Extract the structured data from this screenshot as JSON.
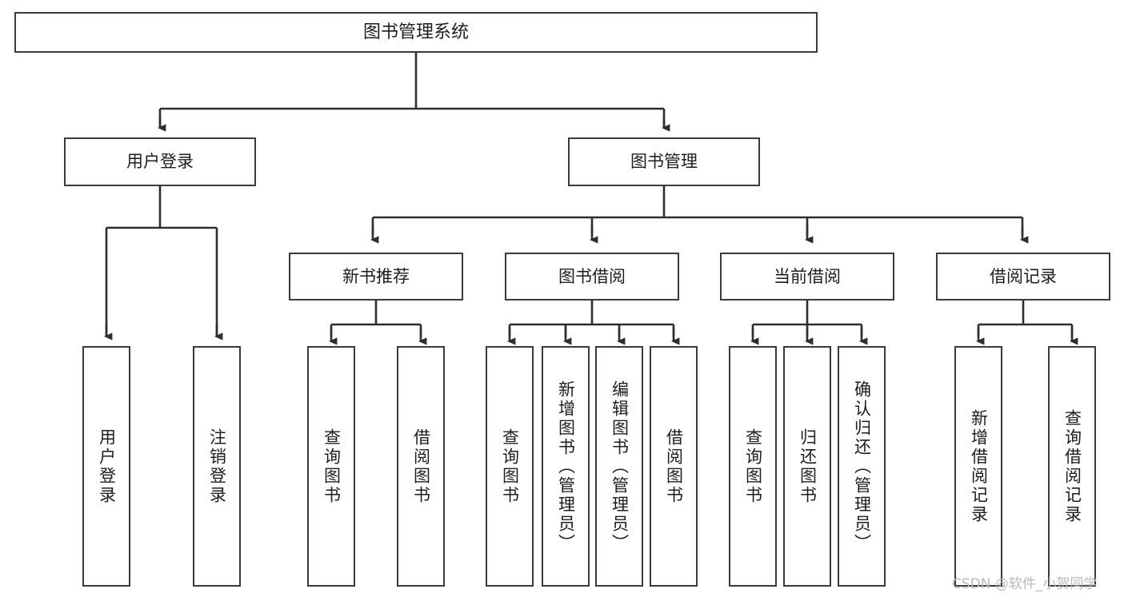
{
  "diagram": {
    "title": "图书管理系统",
    "stroke_color": "#3a3a3a",
    "text_color": "#1d1d1d",
    "background": "#ffffff",
    "root": {
      "label": "图书管理系统"
    },
    "level2": [
      {
        "label": "用户登录"
      },
      {
        "label": "图书管理"
      }
    ],
    "level3": [
      {
        "label": "新书推荐"
      },
      {
        "label": "图书借阅"
      },
      {
        "label": "当前借阅"
      },
      {
        "label": "借阅记录"
      }
    ],
    "leaves": {
      "user_login": [
        {
          "label": "用户登录"
        },
        {
          "label": "注销登录"
        }
      ],
      "new_book_recommend": [
        {
          "label": "查询图书"
        },
        {
          "label": "借阅图书"
        }
      ],
      "book_borrow": [
        {
          "label": "查询图书"
        },
        {
          "label": "新增图书（管理员）"
        },
        {
          "label": "编辑图书（管理员）"
        },
        {
          "label": "借阅图书"
        }
      ],
      "current_borrow": [
        {
          "label": "查询图书"
        },
        {
          "label": "归还图书"
        },
        {
          "label": "确认归还（管理员）"
        }
      ],
      "borrow_record": [
        {
          "label": "新增借阅记录"
        },
        {
          "label": "查询借阅记录"
        }
      ]
    }
  },
  "watermark": {
    "text": "CSDN @软件_小贺同学"
  }
}
